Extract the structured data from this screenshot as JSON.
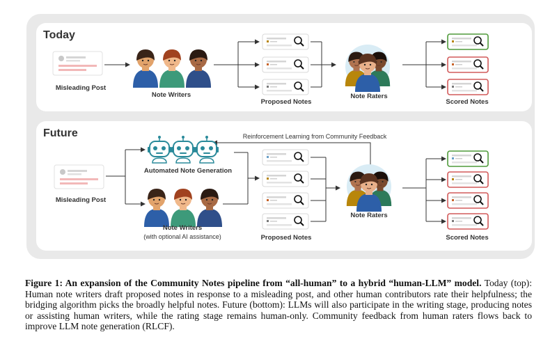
{
  "today": {
    "section_title": "Today",
    "misleading_post_label": "Misleading Post",
    "note_writers_label": "Note Writers",
    "proposed_notes_label": "Proposed Notes",
    "note_raters_label": "Note Raters",
    "scored_notes_label": "Scored Notes"
  },
  "future": {
    "section_title": "Future",
    "misleading_post_label": "Misleading Post",
    "automated_label": "Automated Note Generation",
    "note_writers_label": "Note Writers",
    "note_writers_sublabel": "(with optional AI assistance)",
    "proposed_notes_label": "Proposed Notes",
    "note_raters_label": "Note Raters",
    "scored_notes_label": "Scored Notes",
    "feedback_label": "Reinforcement Learning from Community Feedback"
  },
  "caption": {
    "bold_part": "Figure 1: An expansion of the Community Notes pipeline from “all-human” to a hybrid “human-LLM” model.",
    "body_part": "Today (top): Human note writers draft proposed notes in response to a misleading post, and other human contributors rate their helpfulness; the bridging algorithm picks the broadly helpful notes.  Future (bottom): LLMs will also participate in the writing stage, producing notes or assisting human writers, while the rating stage remains human-only. Community feedback from human raters flows back to improve LLM note generation (RLCF)."
  },
  "colors": {
    "panel_bg": "#f3f3f3",
    "panel_border": "#e2e2e2",
    "helpful_green": "#4f9a3a",
    "not_helpful_red": "#d25a5a",
    "robot_teal": "#2a8a9a",
    "arrow": "#333333"
  },
  "scored_notes_today": [
    "helpful",
    "not-helpful",
    "not-helpful"
  ],
  "scored_notes_future": [
    "helpful",
    "not-helpful",
    "not-helpful",
    "not-helpful"
  ]
}
